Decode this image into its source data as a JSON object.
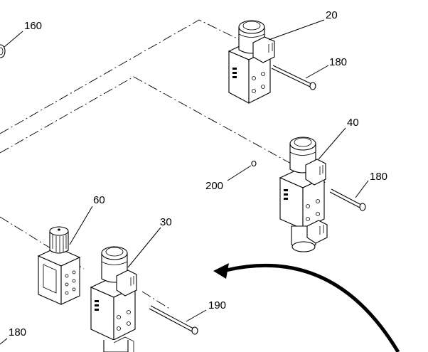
{
  "diagram": {
    "type": "exploded-parts-drawing",
    "callouts": {
      "c20": "20",
      "c160": "160",
      "c180_top": "180",
      "c40": "40",
      "c200": "200",
      "c180_mid": "180",
      "c60": "60",
      "c30": "30",
      "c190": "190",
      "c180_bottom": "180"
    }
  }
}
